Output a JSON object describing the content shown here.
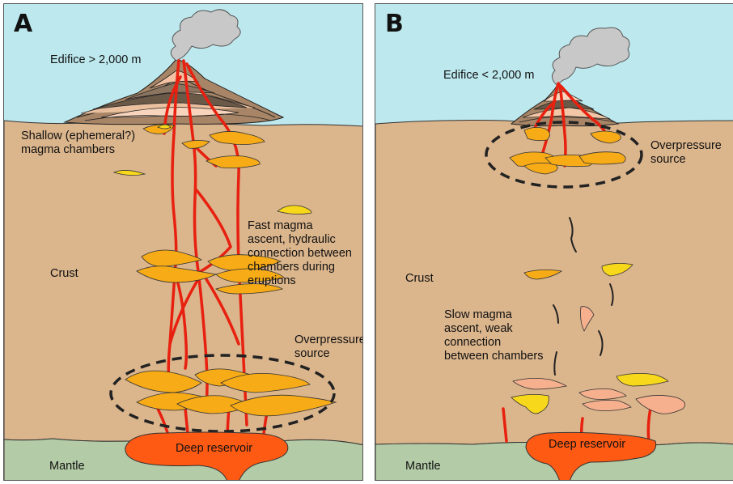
{
  "panel_a": {
    "letter": "A",
    "edifice": "Edifice > 2,000 m",
    "shallow_chambers": "Shallow (ephemeral?)\nmagma chambers",
    "fast_ascent": "Fast magma\nascent, hydraulic\nconnection between\nchambers during\neruptions",
    "crust": "Crust",
    "overpressure": "Overpressure\nsource",
    "deep_reservoir": "Deep reservoir",
    "mantle": "Mantle"
  },
  "panel_b": {
    "letter": "B",
    "edifice": "Edifice < 2,000 m",
    "overpressure": "Overpressure\nsource",
    "crust": "Crust",
    "slow_ascent": "Slow magma\nascent, weak\nconnection\nbetween chambers",
    "deep_reservoir": "Deep reservoir",
    "mantle": "Mantle"
  },
  "colors": {
    "sky": "#bde9ee",
    "crust": "#dbb58c",
    "mantle": "#b3cba6",
    "magma_dike": "#e8200f",
    "reservoir": "#ff5a14",
    "chamber_orange": "#f7ab16",
    "chamber_yellow": "#f8d81b",
    "chamber_pink": "#f6b08e",
    "smoke": "#c8c8c8"
  }
}
